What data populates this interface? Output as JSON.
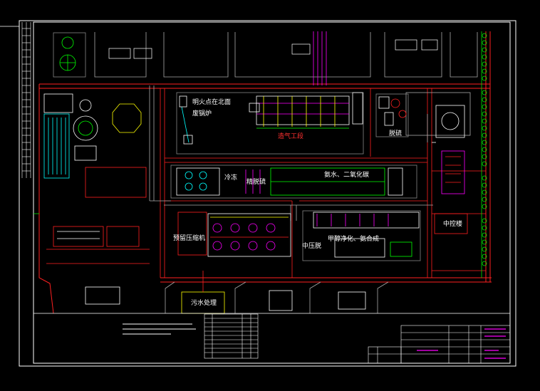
{
  "labels": {
    "open_flame": "明火点在北面",
    "waste_boiler": "废锅炉",
    "gas_section": "造气工段",
    "desulfurization": "脱硫",
    "cooling": "冷冻",
    "fine_desulf": "精脱硫",
    "ammonia_co2": "氨水、二氧化碳",
    "pre_compressor": "预留压缩机",
    "middle_control": "中控楼",
    "synthesis": "甲醇净化、氨合成",
    "med_pressure": "中压脱",
    "wastewater": "污水处理"
  },
  "colors": {
    "background": "#000000",
    "frame": "#ffffff",
    "road": "#ff2020",
    "pipe": "#00ff00",
    "equipment": "#ff00ff",
    "text_main": "#ffffff",
    "text_yellow": "#ffff00"
  }
}
